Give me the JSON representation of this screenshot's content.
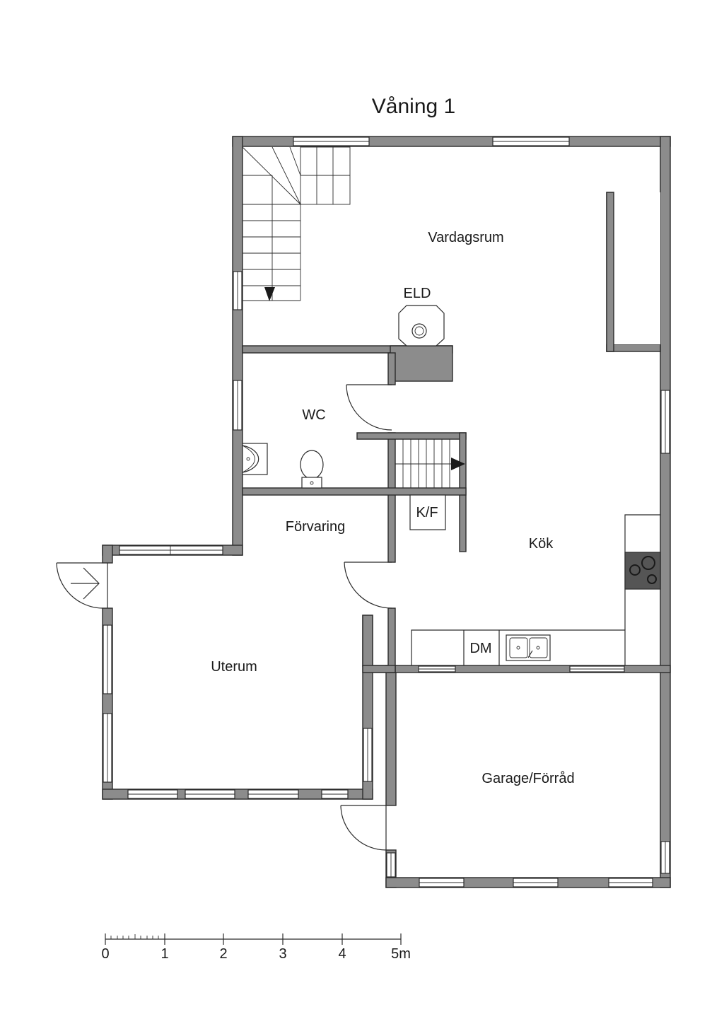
{
  "title": "Våning 1",
  "rooms": {
    "vardagsrum": "Vardagsrum",
    "eld": "ELD",
    "wc": "WC",
    "forvaring": "Förvaring",
    "kf": "K/F",
    "kok": "Kök",
    "dm": "DM",
    "uterum": "Uterum",
    "garage": "Garage/Förråd"
  },
  "scale": {
    "labels": [
      "0",
      "1",
      "2",
      "3",
      "4",
      "5m"
    ]
  }
}
